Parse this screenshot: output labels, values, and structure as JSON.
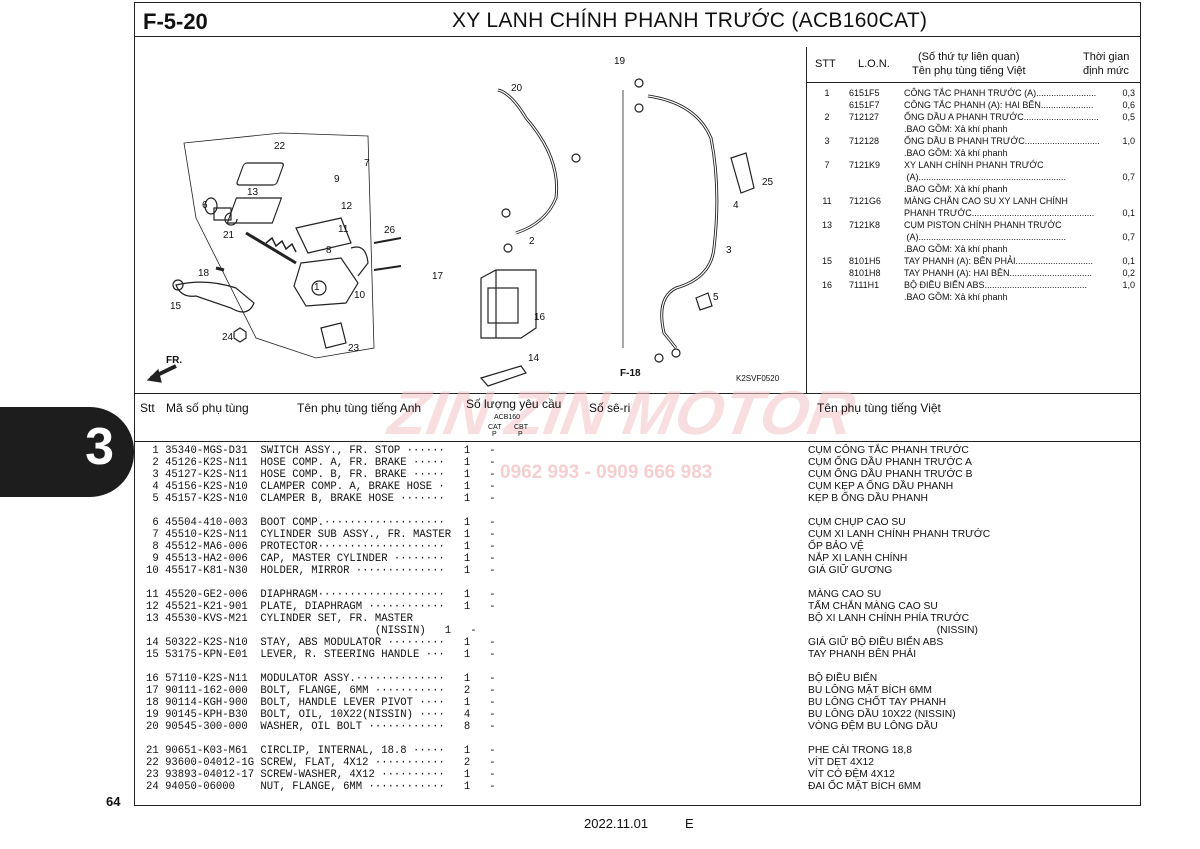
{
  "header": {
    "code": "F-5-20",
    "title": "XY LANH CHÍNH PHANH TRƯỚC (ACB160CAT)"
  },
  "tab": {
    "number": "3"
  },
  "page_number": "64",
  "footer": {
    "date": "2022.11.01",
    "edition": "E"
  },
  "diagram": {
    "fr_label": "FR.",
    "ref_label": "F-18",
    "code": "K2SVF0520",
    "callouts": [
      "1",
      "2",
      "3",
      "4",
      "5",
      "6",
      "7",
      "8",
      "9",
      "10",
      "11",
      "12",
      "13",
      "14",
      "15",
      "16",
      "17",
      "18",
      "19",
      "20",
      "21",
      "22",
      "23",
      "24",
      "25",
      "26"
    ]
  },
  "ref_table": {
    "head_stt": "STT",
    "head_lon": "L.O.N.",
    "head_name_1": "(Số thứ tự liên quan)",
    "head_name_2": "Tên phụ tùng tiếng Việt",
    "head_time_1": "Thời gian",
    "head_time_2": "định mức",
    "rows": [
      {
        "stt": "1",
        "lon": "6151F5",
        "name": "CÔNG TẮC PHANH TRƯỚC (A)........................",
        "qty": "0,3"
      },
      {
        "stt": "",
        "lon": "6151F7",
        "name": "CÔNG TẮC PHANH (A): HAI BÊN.....................",
        "qty": "0,6"
      },
      {
        "stt": "2",
        "lon": "712127",
        "name": "ỐNG DẦU A PHANH TRƯỚC..............................",
        "qty": "0,5"
      },
      {
        "stt": "",
        "lon": "",
        "name": ".BAO GỒM: Xả khí phanh",
        "qty": ""
      },
      {
        "stt": "3",
        "lon": "712128",
        "name": "ỐNG DẦU B PHANH TRƯỚC..............................",
        "qty": "1,0"
      },
      {
        "stt": "",
        "lon": "",
        "name": ".BAO GỒM: Xả khí phanh",
        "qty": ""
      },
      {
        "stt": "7",
        "lon": "7121K9",
        "name": "XY LANH CHÍNH PHANH TRƯỚC",
        "qty": ""
      },
      {
        "stt": "",
        "lon": "",
        "name": " (A)...........................................................",
        "qty": "0,7"
      },
      {
        "stt": "",
        "lon": "",
        "name": ".BAO GỒM: Xả khí phanh",
        "qty": ""
      },
      {
        "stt": "11",
        "lon": "7121G6",
        "name": "MÀNG CHẮN CAO SU XY LANH CHÍNH",
        "qty": ""
      },
      {
        "stt": "",
        "lon": "",
        "name": "PHANH TRƯỚC.................................................",
        "qty": "0,1"
      },
      {
        "stt": "13",
        "lon": "7121K8",
        "name": "CỤM PISTON CHÍNH PHANH TRƯỚC",
        "qty": ""
      },
      {
        "stt": "",
        "lon": "",
        "name": " (A)...........................................................",
        "qty": "0,7"
      },
      {
        "stt": "",
        "lon": "",
        "name": ".BAO GỒM: Xả khí phanh",
        "qty": ""
      },
      {
        "stt": "15",
        "lon": "8101H5",
        "name": "TAY PHANH (A): BÊN PHẢI...............................",
        "qty": "0,1"
      },
      {
        "stt": "",
        "lon": "8101H8",
        "name": "TAY PHANH (A): HAI BÊN.................................",
        "qty": "0,2"
      },
      {
        "stt": "16",
        "lon": "7111H1",
        "name": "BỘ ĐIỀU BIẾN ABS.........................................",
        "qty": "1,0"
      },
      {
        "stt": "",
        "lon": "",
        "name": ".BAO GỒM: Xả khí phanh",
        "qty": ""
      }
    ]
  },
  "parts_header": {
    "stt": "Stt",
    "part_no": "Mã số phụ tùng",
    "name_en": "Tên phụ tùng tiếng Anh",
    "qty": "Số lượng yêu cầu",
    "model": "ACB160",
    "cat": "CAT",
    "cbt": "CBT",
    "p": "P",
    "serial": "Số sê-ri",
    "name_vi": "Tên phụ tùng tiếng Việt"
  },
  "parts_text": " 1 35340-MGS-D31  SWITCH ASSY., FR. STOP ······   1   -\n 2 45126-K2S-N11  HOSE COMP. A, FR. BRAKE ·····   1   -\n 3 45127-K2S-N11  HOSE COMP. B, FR. BRAKE ·····   1   -\n 4 45156-K2S-N10  CLAMPER COMP. A, BRAKE HOSE ·   1   -\n 5 45157-K2S-N10  CLAMPER B, BRAKE HOSE ·······   1   -\n\n 6 45504-410-003  BOOT COMP.···················   1   -\n 7 45510-K2S-N11  CYLINDER SUB ASSY., FR. MASTER  1   -\n 8 45512-MA6-006  PROTECTOR····················   1   -\n 9 45513-HA2-006  CAP, MASTER CYLINDER ········   1   -\n10 45517-K81-N30  HOLDER, MIRROR ··············   1   -\n\n11 45520-GE2-006  DIAPHRAGM····················   1   -\n12 45521-K21-901  PLATE, DIAPHRAGM ············   1   -\n13 45530-KVS-M21  CYLINDER SET, FR. MASTER\n                                    (NISSIN)   1   -\n14 50322-K2S-N10  STAY, ABS MODULATOR ·········   1   -\n15 53175-KPN-E01  LEVER, R. STEERING HANDLE ···   1   -\n\n16 57110-K2S-N11  MODULATOR ASSY.··············   1   -\n17 90111-162-000  BOLT, FLANGE, 6MM ···········   2   -\n18 90114-KGH-900  BOLT, HANDLE LEVER PIVOT ····   1   -\n19 90145-KPH-B30  BOLT, OIL, 10X22(NISSIN) ····   4   -\n20 90545-300-000  WASHER, OIL BOLT ············   8   -\n\n21 90651-K03-M61  CIRCLIP, INTERNAL, 18.8 ·····   1   -\n22 93600-04012-1G SCREW, FLAT, 4X12 ···········   2   -\n23 93893-04012-17 SCREW-WASHER, 4X12 ··········   1   -\n24 94050-06000    NUT, FLANGE, 6MM ············   1   -",
  "parts_vi_text": "CỤM CÔNG TẮC PHANH TRƯỚC\nCỤM ỐNG DẦU PHANH TRƯỚC A\nCỤM ỐNG DẦU PHANH TRƯỚC B\nCỤM KẸP A ỐNG DẦU PHANH\nKẸP B ỐNG DẦU PHANH\n\nCỤM CHỤP CAO SU\nCỤM XI LANH CHÍNH PHANH TRƯỚC\nỐP BẢO VỆ\nNẮP XI LANH CHÍNH\nGIÁ GIỮ GƯƠNG\n\nMÀNG CAO SU\nTẤM CHẮN MÀNG CAO SU\nBỘ XI LANH CHÍNH PHÍA TRƯỚC\n                                             (NISSIN)\nGIÁ GIỮ BỘ ĐIỀU BIẾN ABS\nTAY PHANH BÊN PHẢI\n\nBỘ ĐIỀU BIẾN\nBU LÔNG MẶT BÍCH 6MM\nBU LÔNG CHỐT TAY PHANH\nBU LÔNG DẦU 10X22 (NISSIN)\nVÒNG ĐỆM BU LÔNG DẦU\n\nPHE CÀI TRONG 18,8\nVÍT DẸT 4X12\nVÍT CÓ ĐỆM 4X12\nĐAI ỐC MẶT BÍCH 6MM",
  "watermark": {
    "brand": "ZIN ZIN MOTOR",
    "phone": "0962 993 - 0909 666 983",
    "colors": {
      "wm": "#f3c4c4",
      "tab": "#1d1d1d"
    }
  }
}
